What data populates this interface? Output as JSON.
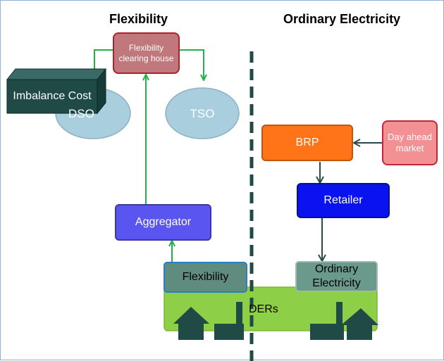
{
  "headings": {
    "left": "Flexibility",
    "right": "Ordinary Electricity"
  },
  "nodes": {
    "clearing_house": "Flexibility clearing house",
    "imbalance_cost": "Imbalance Cost",
    "dso": "DSO",
    "tso": "TSO",
    "aggregator": "Aggregator",
    "flexibility": "Flexibility",
    "brp": "BRP",
    "day_ahead": "Day ahead market",
    "retailer": "Retailer",
    "ordinary_electricity": "Ordinary Electricity",
    "ders": "DERs"
  },
  "icons": [
    "house-icon",
    "factory-icon"
  ],
  "colors": {
    "flow_green": "#22b04a",
    "flow_dark": "#2a4a4a",
    "clearing_house": "#c0787c",
    "ellipse": "#a9cfdf",
    "imbalance_box": "#1f4a46",
    "aggregator": "#5a55f0",
    "retailer": "#0a12f0",
    "brp": "#ff7418",
    "day_ahead": "#f29093",
    "ders": "#8dcf47",
    "flexibility_box": "#5f8c7e",
    "ordinary_box": "#6a9a8c"
  }
}
